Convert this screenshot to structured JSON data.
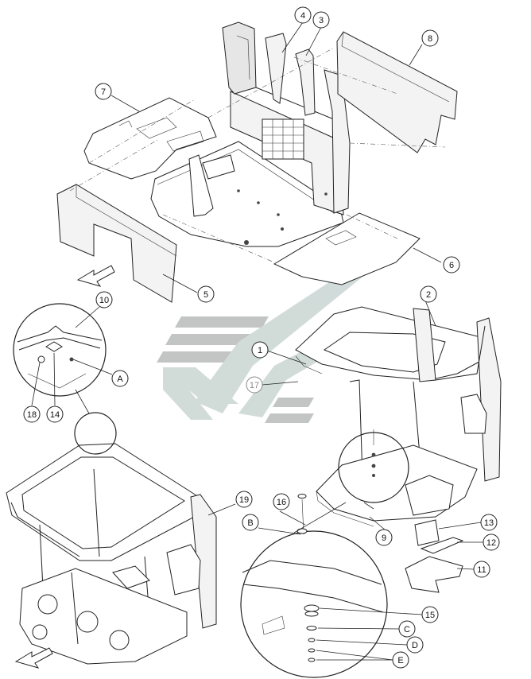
{
  "diagram": {
    "type": "exploded-parts-view",
    "callouts": [
      {
        "label": "1"
      },
      {
        "label": "2"
      },
      {
        "label": "3"
      },
      {
        "label": "4"
      },
      {
        "label": "5"
      },
      {
        "label": "6"
      },
      {
        "label": "7"
      },
      {
        "label": "8"
      },
      {
        "label": "9"
      },
      {
        "label": "10"
      },
      {
        "label": "11"
      },
      {
        "label": "12"
      },
      {
        "label": "13"
      },
      {
        "label": "14"
      },
      {
        "label": "15"
      },
      {
        "label": "16"
      },
      {
        "label": "17"
      },
      {
        "label": "18"
      },
      {
        "label": "19"
      },
      {
        "label": "A"
      },
      {
        "label": "B"
      },
      {
        "label": "C"
      },
      {
        "label": "D"
      },
      {
        "label": "E"
      }
    ],
    "colors": {
      "line": "#222222",
      "logo_gray": "#b9bcbc",
      "logo_teal": "#c9d6d3",
      "callout_gray": "#888888"
    },
    "icons": [
      "direction-arrow-icon",
      "watermark-logo-icon"
    ]
  }
}
